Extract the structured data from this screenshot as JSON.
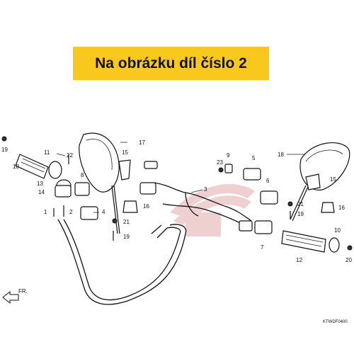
{
  "banner": {
    "text": "Na obrázku díl číslo 2",
    "background": "#f8c81c"
  },
  "diagram": {
    "code": "KTWDF0400",
    "front_label": "FR.",
    "callouts": [
      "1",
      "2",
      "3",
      "4",
      "5",
      "6",
      "7",
      "8",
      "9",
      "10",
      "11",
      "12",
      "13",
      "14",
      "15",
      "16",
      "17",
      "18",
      "19",
      "20",
      "21",
      "22",
      "23"
    ]
  }
}
